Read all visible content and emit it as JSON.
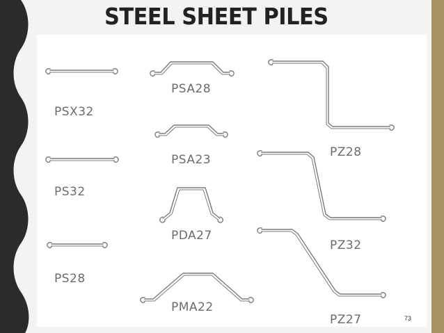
{
  "slide": {
    "title": "STEEL SHEET PILES",
    "page_number": "73"
  },
  "colors": {
    "left_band": "#2b2b2b",
    "right_band": "#a79462",
    "background": "#f3f3f3",
    "title": "#222222",
    "panel": "#ffffff",
    "line": "#7a7a7a"
  },
  "sections": [
    {
      "label": "PSX32",
      "shape": "flat"
    },
    {
      "label": "PS32",
      "shape": "flat"
    },
    {
      "label": "PS28",
      "shape": "flat"
    },
    {
      "label": "PSA28",
      "shape": "arched"
    },
    {
      "label": "PSA23",
      "shape": "arched"
    },
    {
      "label": "PDA27",
      "shape": "deep-arch"
    },
    {
      "label": "PMA22",
      "shape": "trapezoid"
    },
    {
      "label": "PZ28",
      "shape": "z"
    },
    {
      "label": "PZ32",
      "shape": "z"
    },
    {
      "label": "PZ27",
      "shape": "z"
    }
  ]
}
